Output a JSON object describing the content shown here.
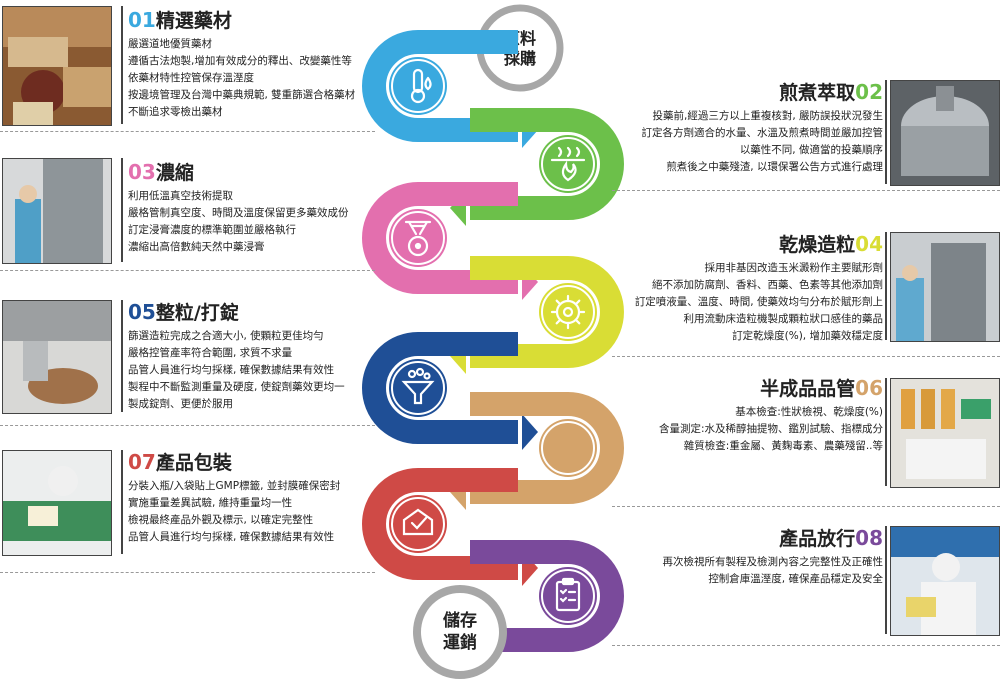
{
  "start_label": [
    "原料",
    "採購"
  ],
  "end_label": [
    "儲存",
    "運銷"
  ],
  "colors": {
    "step1": "#3aa9df",
    "step2": "#6cc04a",
    "step3": "#e36fae",
    "step4": "#d9dd35",
    "step5": "#1f4f96",
    "step6": "#d4a36a",
    "step7": "#cf4a46",
    "step8": "#7a4a9b",
    "end_ring": "#a7a7a7"
  },
  "steps": [
    {
      "num": "01",
      "title": "精選藥材",
      "side": "left",
      "icon": "thermometer-droplet-icon",
      "lines": [
        "嚴選道地優質藥材",
        "遵循古法炮製,增加有效成分的釋出、改變藥性等",
        "依藥材特性控管保存溫溼度",
        "按邊境管理及台灣中藥典規範, 雙重篩選合格藥材",
        "不斷追求零檢出藥材"
      ]
    },
    {
      "num": "02",
      "title": "煎煮萃取",
      "side": "right",
      "icon": "steam-flame-icon",
      "lines": [
        "投藥前,經過三方以上重複核對, 嚴防誤投狀況發生",
        "訂定各方劑適合的水量、水溫及煎煮時間並嚴加控管",
        "以藥性不同, 做適當的投藥順序",
        "煎煮後之中藥殘渣, 以環保署公告方式進行處理"
      ]
    },
    {
      "num": "03",
      "title": "濃縮",
      "side": "left",
      "icon": "condenser-flask-icon",
      "lines": [
        "利用低溫真空技術提取",
        "嚴格管制真空度、時間及溫度保留更多藥效成份",
        "訂定浸膏濃度的標準範圍並嚴格執行",
        "濃縮出高倍數純天然中藥浸膏"
      ]
    },
    {
      "num": "04",
      "title": "乾燥造粒",
      "side": "right",
      "icon": "gear-settings-icon",
      "lines": [
        "採用非基因改造玉米澱粉作主要賦形劑",
        "絕不添加防腐劑、香料、西藥、色素等其他添加劑",
        "訂定噴液量、溫度、時間, 使藥效均勻分布於賦形劑上",
        "利用流動床造粒機製成顆粒狀口感佳的藥品",
        "訂定乾燥度(%), 增加藥效穩定度"
      ]
    },
    {
      "num": "05",
      "title": "整粒/打錠",
      "side": "left",
      "icon": "funnel-filter-icon",
      "lines": [
        "篩選造粒完成之合適大小, 使顆粒更佳均勻",
        "嚴格控管產率符合範圍, 求質不求量",
        "品管人員進行均勻採樣, 確保數據結果有效性",
        "製程中不斷監測重量及硬度, 使錠劑藥效更均一",
        "製成錠劑、更便於服用"
      ]
    },
    {
      "num": "06",
      "title": "半成品品管",
      "side": "right",
      "icon": "blank-circle-icon",
      "lines": [
        "基本檢查:性狀檢視、乾燥度(%)",
        "含量測定:水及稀醇抽提物、鑑別試驗、指標成分",
        "雜質檢查:重金屬、黃麴毒素、農藥殘留..等"
      ]
    },
    {
      "num": "07",
      "title": "產品包裝",
      "side": "left",
      "icon": "check-box-icon",
      "lines": [
        "分裝入瓶/入袋貼上GMP標籤, 並封膜確保密封",
        "實施重量差異試驗, 維持重量均一性",
        "檢視最終產品外觀及標示, 以確定完整性",
        "品管人員進行均勻採樣, 確保數據結果有效性"
      ]
    },
    {
      "num": "08",
      "title": "產品放行",
      "side": "right",
      "icon": "clipboard-checklist-icon",
      "lines": [
        "再次檢視所有製程及檢測內容之完整性及正確性",
        "控制倉庫溫溼度, 確保產品穩定及安全"
      ]
    }
  ]
}
